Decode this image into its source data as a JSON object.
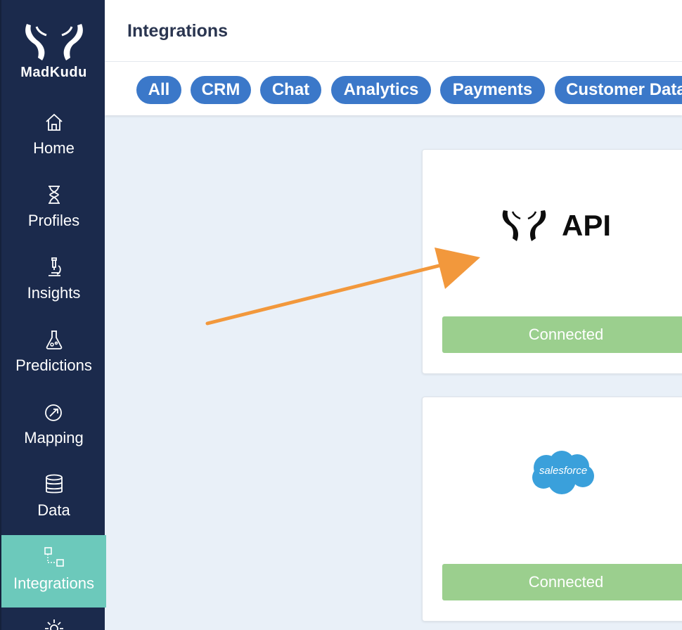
{
  "app": {
    "brand": "MadKudu",
    "accent_color": "#3b78c9",
    "sidebar_color": "#1b2a4c",
    "active_color": "#6cc9bb",
    "connected_color": "#9bcf8e"
  },
  "sidebar": {
    "items": [
      {
        "label": "Home",
        "icon": "home-icon"
      },
      {
        "label": "Profiles",
        "icon": "hourglass-icon"
      },
      {
        "label": "Insights",
        "icon": "microscope-icon"
      },
      {
        "label": "Predictions",
        "icon": "flask-icon"
      },
      {
        "label": "Mapping",
        "icon": "compass-icon"
      },
      {
        "label": "Data",
        "icon": "database-icon"
      },
      {
        "label": "Integrations",
        "icon": "integrations-icon",
        "active": true
      },
      {
        "label": "",
        "icon": "gear-icon"
      }
    ]
  },
  "header": {
    "title": "Integrations"
  },
  "filters": [
    "All",
    "CRM",
    "Chat",
    "Analytics",
    "Payments",
    "Customer Data"
  ],
  "cards": [
    {
      "logo": "API",
      "logo_icon": "madkudu-icon",
      "status": "Connected"
    },
    {
      "logo": "salesforce",
      "logo_icon": "salesforce-cloud-icon",
      "status": "Connected"
    }
  ]
}
